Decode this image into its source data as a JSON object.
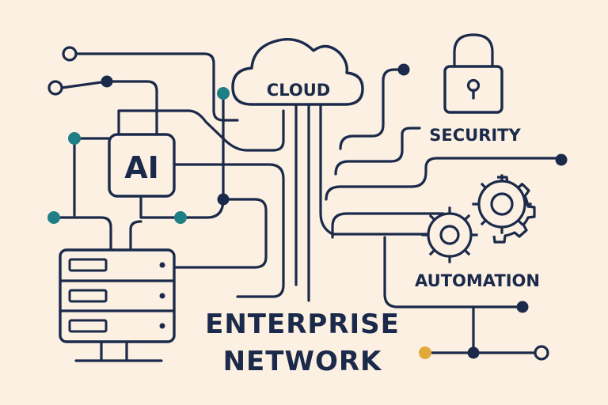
{
  "labels": {
    "cloud": "CLOUD",
    "ai": "AI",
    "security": "SECURITY",
    "automation": "AUTOMATION",
    "title_line1": "ENTERPRISE",
    "title_line2": "NETWORK"
  },
  "colors": {
    "background": "#fbf0e2",
    "line": "#1b2a4a",
    "teal_node": "#1f7f86",
    "navy_node": "#1b2a4a",
    "gold_node": "#e0a93a"
  },
  "icons": [
    "cloud-icon",
    "ai-chip-icon",
    "padlock-icon",
    "gear-icon",
    "server-rack-icon",
    "monitor-stand-icon"
  ]
}
